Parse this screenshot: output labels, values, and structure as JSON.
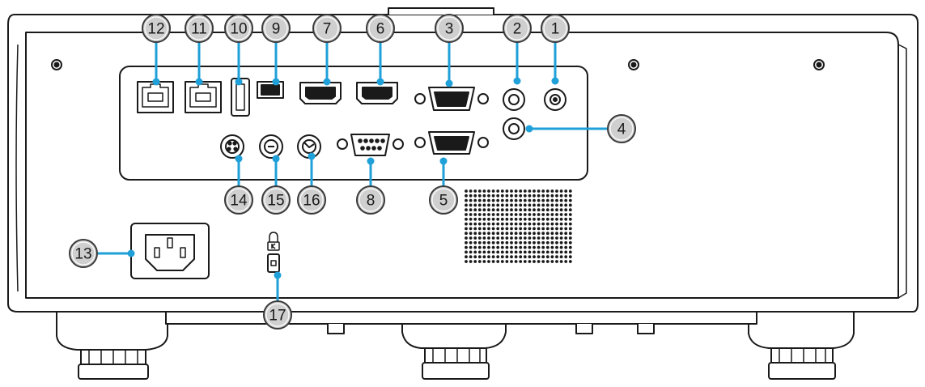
{
  "diagram": {
    "colors": {
      "outline": "#1a1a1a",
      "body_fill": "#ffffff",
      "leader_line": "#1fa0d8",
      "leader_dot": "#1fa0d8",
      "badge_fill": "#cfcfcf",
      "badge_stroke": "#3a3a3a",
      "vent_dot": "#1a1a1a"
    },
    "callouts": [
      {
        "id": "c12",
        "label": "12"
      },
      {
        "id": "c11",
        "label": "11"
      },
      {
        "id": "c10",
        "label": "10"
      },
      {
        "id": "c9",
        "label": "9"
      },
      {
        "id": "c7",
        "label": "7"
      },
      {
        "id": "c6",
        "label": "6"
      },
      {
        "id": "c3",
        "label": "3"
      },
      {
        "id": "c2",
        "label": "2"
      },
      {
        "id": "c1",
        "label": "1"
      },
      {
        "id": "c4",
        "label": "4"
      },
      {
        "id": "c14",
        "label": "14"
      },
      {
        "id": "c15",
        "label": "15"
      },
      {
        "id": "c16",
        "label": "16"
      },
      {
        "id": "c8",
        "label": "8"
      },
      {
        "id": "c5",
        "label": "5"
      },
      {
        "id": "c13",
        "label": "13"
      },
      {
        "id": "c17",
        "label": "17"
      }
    ]
  }
}
